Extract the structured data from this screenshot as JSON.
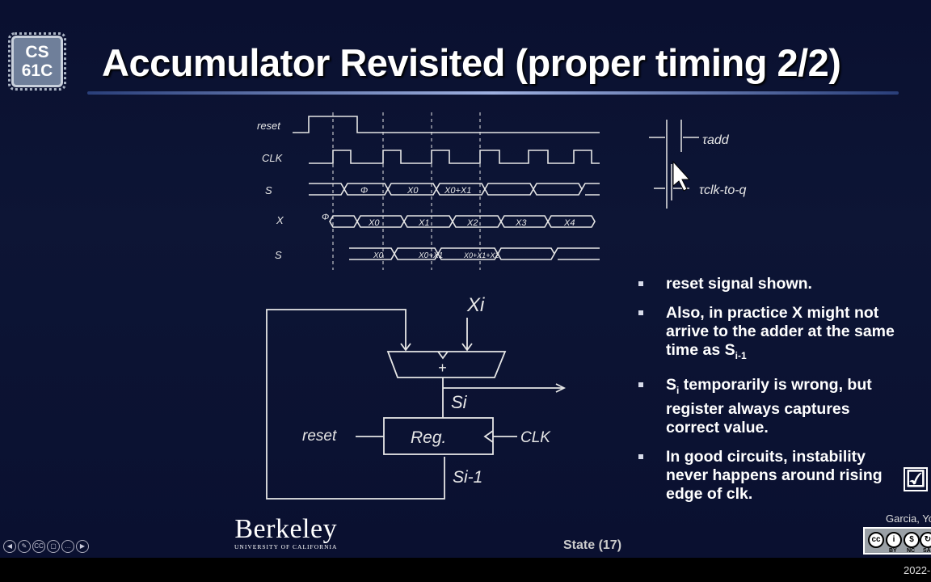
{
  "logo": {
    "line1": "CS",
    "line2": "61C"
  },
  "title": "Accumulator Revisited (proper timing 2/2)",
  "timing": {
    "signals": [
      "reset",
      "CLK",
      "S",
      "X",
      "S"
    ],
    "s_prev_labels": [
      "Φ",
      "X0",
      "X0+X1"
    ],
    "x_labels": [
      "Φ",
      "X0",
      "X1",
      "X2",
      "X3",
      "X4"
    ],
    "s_labels": [
      "X0",
      "X0+X1",
      "X0+X1+X2"
    ]
  },
  "legend": {
    "t_add": "τadd",
    "t_clk": "τclk-to-q"
  },
  "circuit": {
    "xi": "Xi",
    "plus": "+",
    "si": "Si",
    "reg": "Reg.",
    "reset": "reset",
    "clk": "CLK",
    "si_prev": "Si-1"
  },
  "bullets": [
    {
      "text": "reset signal shown."
    },
    {
      "text": "Also, in practice X might not arrive to the adder at the same time as S",
      "sub": "i-1"
    },
    {
      "lead": "S",
      "lead_sub": "i",
      "text": " temporarily is wrong, but register always captures correct value."
    },
    {
      "text": "In good circuits, instability never happens around rising edge of clk."
    }
  ],
  "checkbox": "☑",
  "berkeley": {
    "name": "Berkeley",
    "sub": "UNIVERSITY OF CALIFORNIA"
  },
  "footer": {
    "state": "State (17)"
  },
  "credit": "Garcia, Yo",
  "cc": {
    "by": "BY",
    "nc": "NC",
    "sa": "SA"
  },
  "date": "2022-",
  "toolbar": [
    "◀",
    "✎",
    "CC",
    "▢",
    "…",
    "▶"
  ]
}
